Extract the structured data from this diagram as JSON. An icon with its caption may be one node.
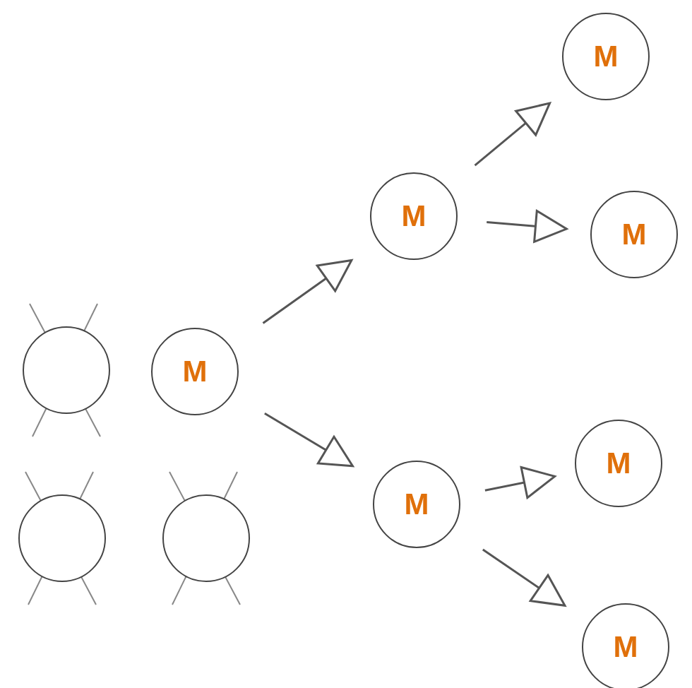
{
  "diagram": {
    "nodes": [
      {
        "text": [],
        "shape": "circle"
      },
      {
        "text": [
          "M"
        ]
      },
      {
        "text": [],
        "shape": "circle"
      },
      {
        "text": [],
        "shape": "circle"
      },
      {
        "text": [
          "M"
        ]
      },
      {
        "text": [
          "M"
        ]
      },
      {
        "text": [
          "M"
        ]
      },
      {
        "text": [
          "M"
        ]
      },
      {
        "text": [
          "M"
        ]
      },
      {
        "text": [
          "M"
        ]
      }
    ],
    "edges": [
      {
        "from": 1,
        "to": 4,
        "arrow": "to"
      },
      {
        "from": 1,
        "to": 5,
        "arrow": "to"
      },
      {
        "from": 4,
        "to": 6,
        "arrow": "to"
      },
      {
        "from": 4,
        "to": 7,
        "arrow": "to"
      },
      {
        "from": 5,
        "to": 8,
        "arrow": "to"
      },
      {
        "from": 5,
        "to": 9,
        "arrow": "to"
      }
    ]
  }
}
